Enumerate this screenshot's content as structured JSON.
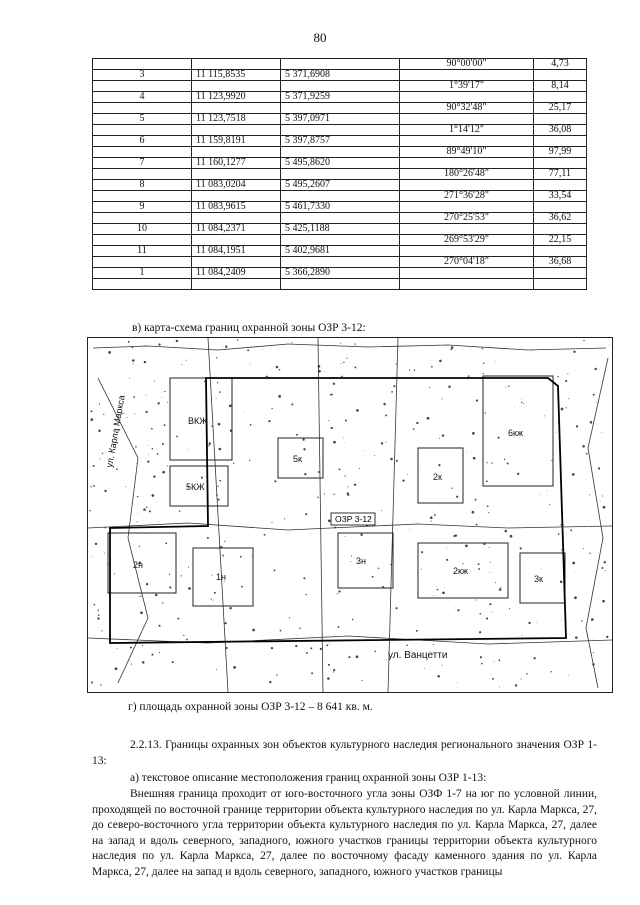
{
  "page_number": "80",
  "table": {
    "first_row": {
      "angle": "90°00'00\"",
      "length": "4,73"
    },
    "rows": [
      {
        "num": "3",
        "x": "11 115,8535",
        "y": "5 371,6908",
        "angle": "1°39'17\"",
        "length": "8,14"
      },
      {
        "num": "4",
        "x": "11 123,9920",
        "y": "5 371,9259",
        "angle": "90°32'48\"",
        "length": "25,17"
      },
      {
        "num": "5",
        "x": "11 123,7518",
        "y": "5 397,0971",
        "angle": "1°14'12\"",
        "length": "36,08"
      },
      {
        "num": "6",
        "x": "11 159,8191",
        "y": "5 397,8757",
        "angle": "89°49'10\"",
        "length": "97,99"
      },
      {
        "num": "7",
        "x": "11 160,1277",
        "y": "5 495,8620",
        "angle": "180°26'48\"",
        "length": "77,11"
      },
      {
        "num": "8",
        "x": "11 083,0204",
        "y": "5 495,2607",
        "angle": "271°36'28\"",
        "length": "33,54"
      },
      {
        "num": "9",
        "x": "11 083,9615",
        "y": "5 461,7330",
        "angle": "270°25'53\"",
        "length": "36,62"
      },
      {
        "num": "10",
        "x": "11 084,2371",
        "y": "5 425,1188",
        "angle": "269°53'29\"",
        "length": "22,15"
      },
      {
        "num": "11",
        "x": "11 084,1951",
        "y": "5 402,9681",
        "angle": "270°04'18\"",
        "length": "36,68"
      },
      {
        "num": "1",
        "x": "11 084,2409",
        "y": "5 366,2890",
        "angle": "",
        "length": ""
      }
    ]
  },
  "map": {
    "caption": "в) карта-схема границ охранной зоны ОЗР 3-12:",
    "labels": {
      "zone_label": "ОЗР 3-12",
      "street_bottom": "ул. Ванцетти",
      "street_left": "ул. Карла Маркса",
      "b_vkzh": "ВКЖ",
      "b_5kzh": "5КЖ",
      "b_6kzh": "6кж",
      "b_2k": "2к",
      "b_2n": "2н",
      "b_1n": "1н",
      "b_5k": "5к",
      "b_3n": "3н",
      "b_2kzh": "2кж",
      "b_3k": "3к"
    }
  },
  "area_text": "г) площадь охранной зоны ОЗР 3-12 – 8 641 кв. м.",
  "section_heading": "2.2.13. Границы охранных зон объектов культурного наследия регионального значения ОЗР 1-13:",
  "subsection_a": "а) текстовое описание местоположения границ охранной зоны ОЗР 1-13:",
  "body_text": "Внешняя граница проходит от юго-восточного угла зоны ОЗФ 1-7 на юг по условной линии, проходящей по восточной границе территории объекта культурного наследия по ул. Карла Маркса, 27, до северо-восточного угла территории объекта культурного наследия по ул. Карла Маркса, 27, далее на запад и вдоль северного, западного, южного участков границы территории объекта культурного наследия по ул. Карла Маркса, 27, далее по восточному фасаду каменного здания по ул. Карла Маркса, 27, далее на запад и вдоль северного, западного, южного участков границы"
}
